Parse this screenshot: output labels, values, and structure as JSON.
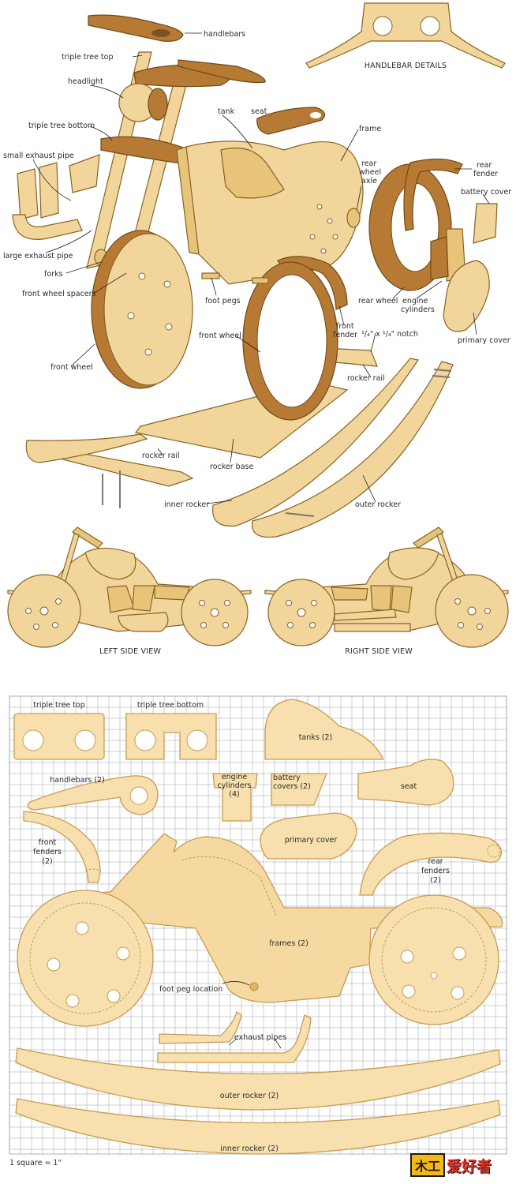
{
  "exploded_view": {
    "labels": {
      "handlebars": "handlebars",
      "triple_tree_top": "triple tree top",
      "headlight": "headlight",
      "triple_tree_bottom": "triple tree bottom",
      "tank": "tank",
      "seat": "seat",
      "frame": "frame",
      "rear_wheel_axle_1": "rear",
      "rear_wheel_axle_2": "wheel",
      "rear_wheel_axle_3": "axle",
      "rear_fender_1": "rear",
      "rear_fender_2": "fender",
      "battery_cover": "battery cover",
      "small_exhaust_pipe": "small exhaust pipe",
      "large_exhaust_pipe": "large exhaust pipe",
      "forks": "forks",
      "front_wheel_spacers": "front wheel spacers",
      "foot_pegs": "foot pegs",
      "rear_wheel": "rear wheel",
      "engine_cylinders_1": "engine",
      "engine_cylinders_2": "cylinders",
      "primary_cover": "primary cover",
      "front_fender_1": "front",
      "front_fender_2": "fender",
      "notch": "¹/₄\" x ¹/₄\" notch",
      "front_wheel_upper": "front wheel",
      "front_wheel_lower": "front wheel",
      "rocker_rail_right": "rocker rail",
      "rocker_rail_left": "rocker rail",
      "rocker_base": "rocker base",
      "inner_rocker": "inner rocker",
      "outer_rocker": "outer rocker"
    },
    "handlebar_details": "HANDLEBAR DETAILS"
  },
  "side_views": {
    "left": "LEFT SIDE VIEW",
    "right": "RIGHT SIDE VIEW"
  },
  "patterns": {
    "triple_tree_top": "triple tree top",
    "triple_tree_bottom": "triple tree bottom",
    "tanks": "tanks (2)",
    "handlebars": "handlebars (2)",
    "engine_cylinders_1": "engine",
    "engine_cylinders_2": "cylinders",
    "engine_cylinders_3": "(4)",
    "battery_covers_1": "battery",
    "battery_covers_2": "covers (2)",
    "seat": "seat",
    "front_fenders_1": "front",
    "front_fenders_2": "fenders",
    "front_fenders_3": "(2)",
    "primary_cover": "primary cover",
    "rear_fenders_1": "rear",
    "rear_fenders_2": "fenders",
    "rear_fenders_3": "(2)",
    "frames": "frames (2)",
    "foot_peg_location": "foot peg location",
    "exhaust_pipes": "exhaust pipes",
    "outer_rocker": "outer rocker (2)",
    "inner_rocker": "inner rocker (2)",
    "scale": "1 square = 1\""
  },
  "logo": {
    "mark": "木工",
    "text": "爱好者"
  },
  "colors": {
    "wood_light": "#f2d59a",
    "wood_dark": "#b77a34",
    "pattern_fill": "#f7e0ad",
    "grid": "#9aa0a6"
  }
}
